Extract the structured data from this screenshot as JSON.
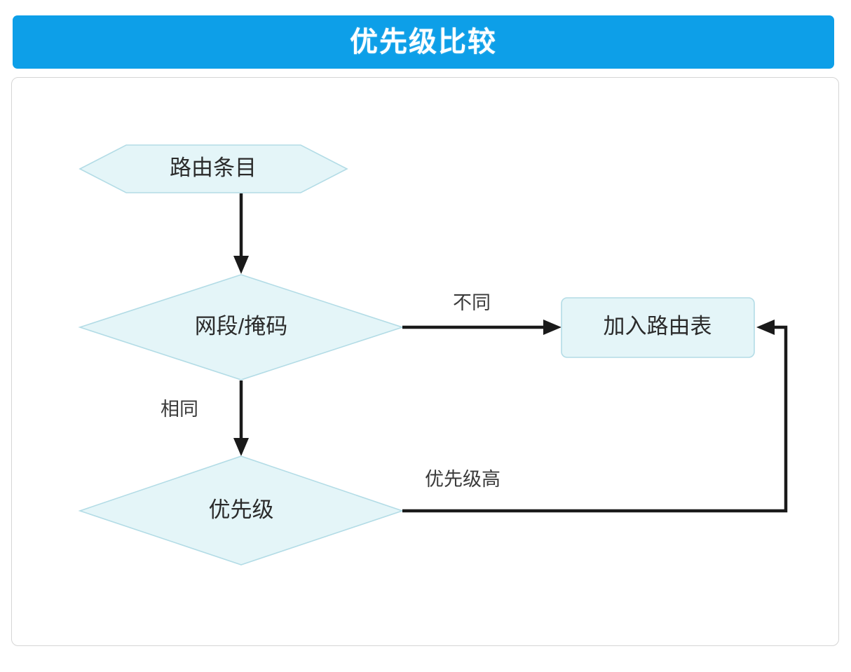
{
  "header": {
    "title": "优先级比较",
    "background_color": "#0d9fe8",
    "text_color": "#ffffff"
  },
  "container": {
    "border_color": "#d5d5d5",
    "background_color": "#ffffff"
  },
  "theme": {
    "node_fill": "#e4f5f8",
    "node_stroke": "#b3dce6",
    "line_color": "#1a1a1a",
    "label_color": "#2b2b2b"
  },
  "diagram": {
    "type": "flowchart",
    "nodes": [
      {
        "id": "route-entry",
        "label": "路由条目",
        "shape": "hexagon"
      },
      {
        "id": "network-mask",
        "label": "网段/掩码",
        "shape": "diamond"
      },
      {
        "id": "add-to-table",
        "label": "加入路由表",
        "shape": "rounded-rect"
      },
      {
        "id": "priority",
        "label": "优先级",
        "shape": "diamond"
      }
    ],
    "edges": [
      {
        "id": "edge-entry-to-mask",
        "from": "route-entry",
        "to": "network-mask",
        "label": "",
        "arrow": true
      },
      {
        "id": "edge-mask-different",
        "from": "network-mask",
        "to": "add-to-table",
        "label": "不同",
        "arrow": true
      },
      {
        "id": "edge-mask-same",
        "from": "network-mask",
        "to": "priority",
        "label": "相同",
        "arrow": true
      },
      {
        "id": "edge-priority-higher",
        "from": "priority",
        "to": "add-to-table",
        "label": "优先级高",
        "arrow": true
      }
    ]
  }
}
